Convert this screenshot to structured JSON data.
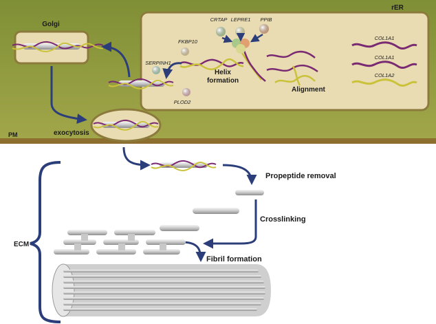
{
  "colors": {
    "cell_bg": "#8f9a3d",
    "compartment_fill": "#e9dcb2",
    "compartment_stroke": "#8c7a3c",
    "arrow": "#2c3e7a",
    "strand_purple": "#7a2a72",
    "strand_yellow": "#c9c23a",
    "fibril": "#d9d9d9"
  },
  "labels": {
    "golgi": "Golgi",
    "rer": "rER",
    "pm": "PM",
    "ecm": "ECM",
    "exocytosis": "exocytosis",
    "helix_formation_1": "Helix",
    "helix_formation_2": "formation",
    "alignment": "Alignment",
    "propeptide_removal": "Propeptide removal",
    "crosslinking": "Crosslinking",
    "fibril_formation": "Fibril formation"
  },
  "genes": {
    "crtap": "CRTAP",
    "lepre1": "LEPRE1",
    "ppib": "PPIB",
    "fkbp10": "FKBP10",
    "serpinh1": "SERPINH1",
    "plod2": "PLOD2",
    "col1a1_a": "COL1A1",
    "col1a1_b": "COL1A1",
    "col1a2": "COL1A2"
  },
  "gene_colors": {
    "crtap": "#a8c98a",
    "lepre1": "#d8d890",
    "ppib": "#e0a070",
    "fkbp10": "#e0c890",
    "serpinh1": "#9fd0b0",
    "plod2": "#e0a8a8"
  }
}
